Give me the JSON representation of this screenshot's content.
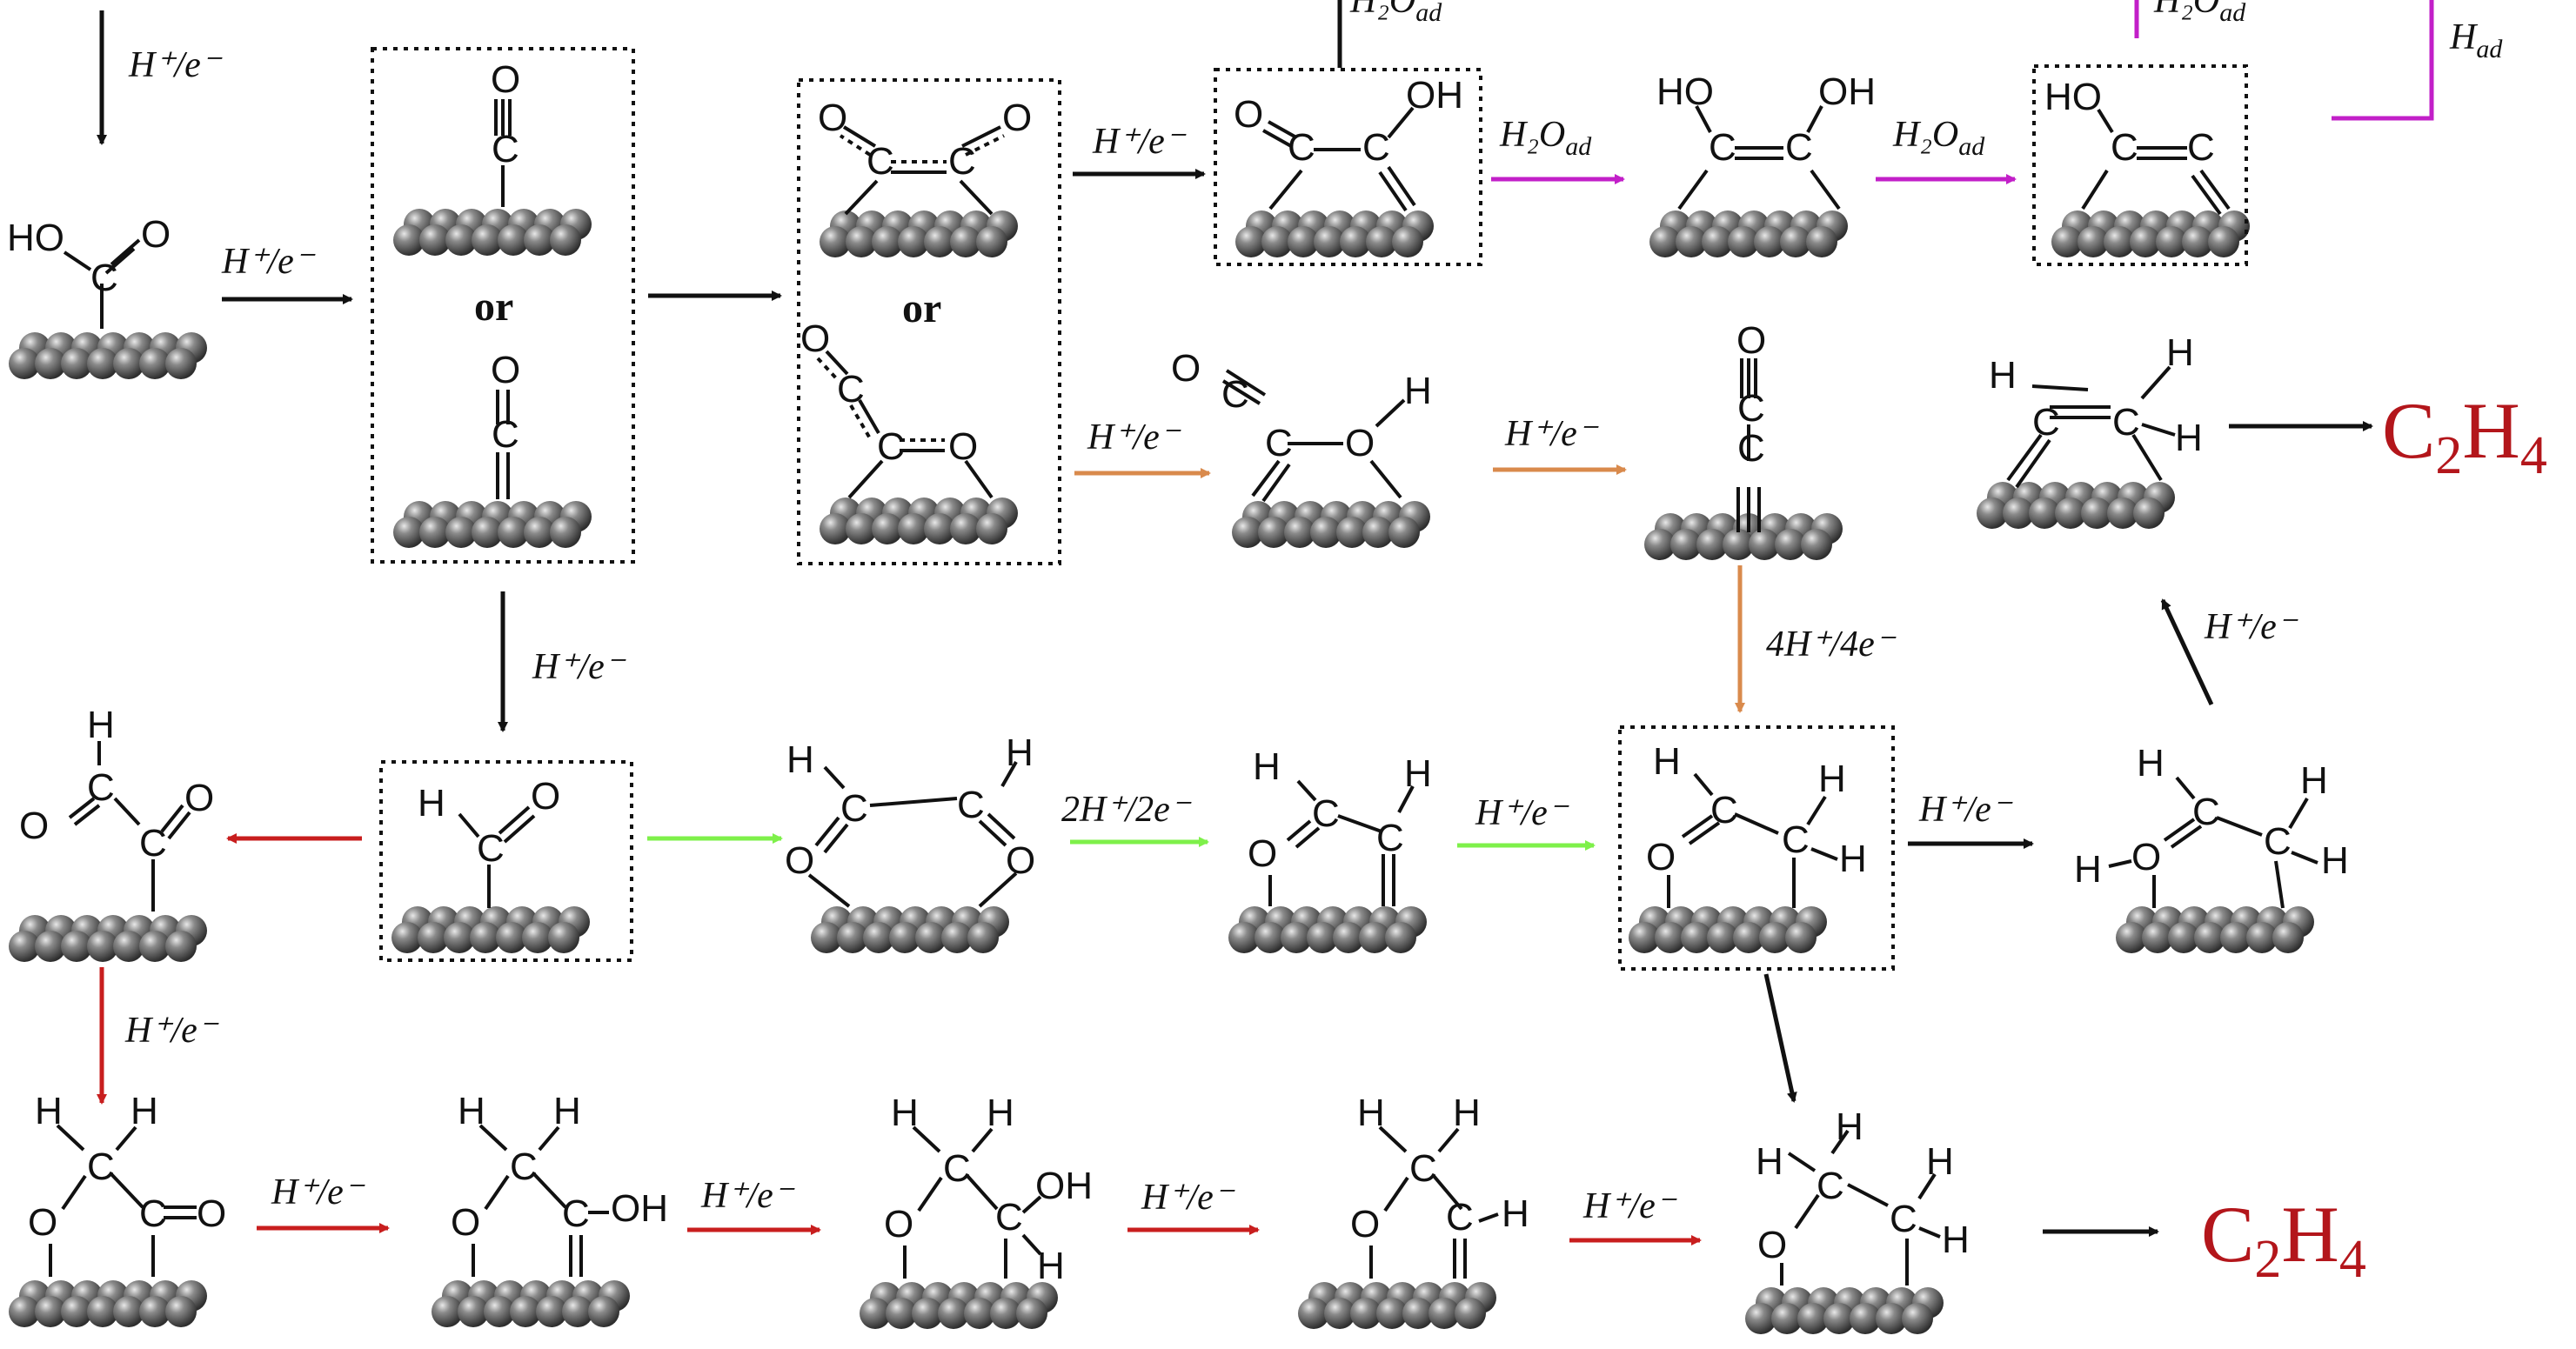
{
  "labels": {
    "h_e": "H⁺/e⁻",
    "h2o_ad": "H₂O",
    "ad": "ad",
    "h_ad": "H",
    "two_h_e": "2H⁺/2e⁻",
    "four_h_e": "4H⁺/4e⁻",
    "or": "or"
  },
  "products": {
    "ethylene_c": "C",
    "ethylene_2": "2",
    "ethylene_h": "H",
    "ethylene_4": "4"
  },
  "atoms": {
    "H": "H",
    "O": "O",
    "C": "C",
    "HO": "HO",
    "OH": "OH"
  },
  "colors": {
    "black_path": "#111111",
    "magenta_path": "#c21fc8",
    "orange_path": "#d98a4c",
    "green_path": "#7ef04a",
    "red_path": "#c81e1e",
    "product": "#b3161b",
    "catalyst_atom": "#5a5a5a"
  }
}
